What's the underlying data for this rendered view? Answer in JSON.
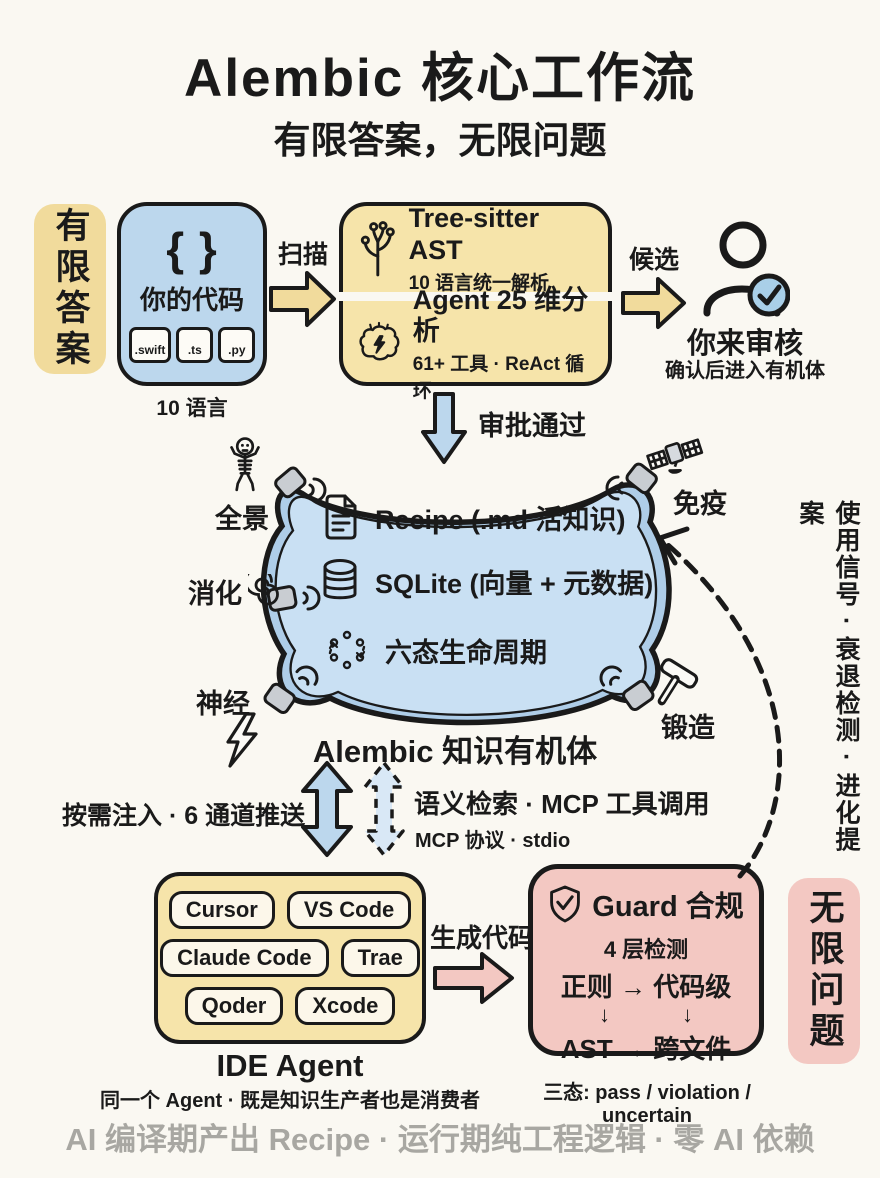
{
  "title": "Alembic 核心工作流",
  "subtitle": "有限答案，无限问题",
  "badges": {
    "left": "有限答案",
    "right": "无限问题"
  },
  "code_box": {
    "symbol": "{ }",
    "label": "你的代码",
    "files": [
      ".swift",
      ".ts",
      ".py"
    ],
    "caption": "10 语言"
  },
  "arrows": {
    "scan": "扫描",
    "candidate": "候选",
    "approve": "审批通过",
    "generate": "生成代码"
  },
  "analysis_box": {
    "row1": {
      "icon": "tree-icon",
      "title": "Tree-sitter AST",
      "subtitle": "10 语言统一解析"
    },
    "row2": {
      "icon": "brain-icon",
      "title": "Agent 25 维分析",
      "subtitle": "61+ 工具 · ReAct 循环"
    }
  },
  "review": {
    "icon": "person-check-icon",
    "title": "你来审核",
    "subtitle": "确认后进入有机体"
  },
  "organism": {
    "items": [
      {
        "icon": "document-icon",
        "text": "Recipe (.md 活知识)"
      },
      {
        "icon": "database-icon",
        "text": "SQLite (向量 + 元数据)"
      },
      {
        "icon": "lifecycle-icon",
        "text": "六态生命周期"
      }
    ],
    "label": "Alembic 知识有机体",
    "satellites": [
      {
        "icon": "skeleton-icon",
        "text": "全景"
      },
      {
        "icon": "spiral-icon",
        "text": "消化"
      },
      {
        "icon": "lightning-icon",
        "text": "神经"
      },
      {
        "icon": "satellite-icon",
        "text": "免疫"
      },
      {
        "icon": "hammer-icon",
        "text": "锻造"
      }
    ]
  },
  "channels": {
    "push_label": "按需注入 · 6 通道推送",
    "retrieve_label": "语义检索 · MCP 工具调用",
    "retrieve_sub": "MCP 协议 · stdio"
  },
  "feedback_label": "使用信号 · 衰退检测 · 进化提案",
  "ide": {
    "items": [
      "Cursor",
      "VS Code",
      "Claude Code",
      "Trae",
      "Qoder",
      "Xcode"
    ],
    "label": "IDE Agent",
    "caption": "同一个 Agent · 既是知识生产者也是消费者"
  },
  "guard": {
    "icon": "shield-check-icon",
    "title": "Guard 合规",
    "subtitle": "4 层检测",
    "row1": "正则 → 代码级",
    "down_arrow": "↓",
    "row2": "AST → 跨文件",
    "caption": "三态: pass / violation / uncertain"
  },
  "footer": "AI 编译期产出 Recipe · 运行期纯工程逻辑 · 零 AI 依赖",
  "colors": {
    "yellow": "#F1DB9C",
    "yellow_box": "#F6E4AA",
    "blue": "#BCD7ED",
    "blue_light": "#C9E0F3",
    "blue_rim": "#AECDE8",
    "pink": "#F3C8C2",
    "cream": "#FCF7EA",
    "ink": "#1A1A1A",
    "gray": "#C9CDD2",
    "footer_gray": "#A8A7A2"
  }
}
